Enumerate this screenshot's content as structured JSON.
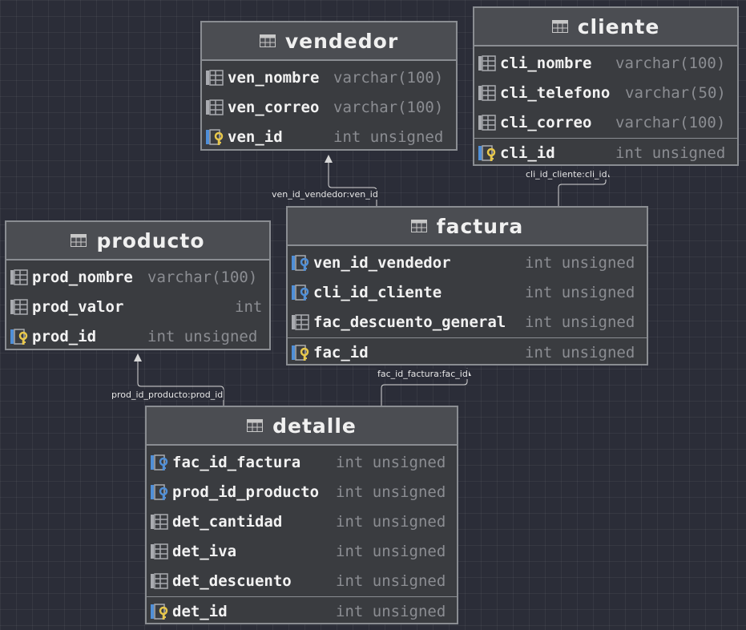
{
  "tables": {
    "vendedor": {
      "title": "vendedor",
      "rows": [
        {
          "name": "ven_nombre",
          "type": "varchar(100)",
          "icon": "column-icon"
        },
        {
          "name": "ven_correo",
          "type": "varchar(100)",
          "icon": "column-icon"
        },
        {
          "name": "ven_id",
          "type": "int unsigned",
          "icon": "primary-key-icon"
        }
      ]
    },
    "cliente": {
      "title": "cliente",
      "rows": [
        {
          "name": "cli_nombre",
          "type": "varchar(100)",
          "icon": "column-icon"
        },
        {
          "name": "cli_telefono",
          "type": "varchar(50)",
          "icon": "column-icon"
        },
        {
          "name": "cli_correo",
          "type": "varchar(100)",
          "icon": "column-icon"
        },
        {
          "name": "cli_id",
          "type": "int unsigned",
          "icon": "primary-key-icon"
        }
      ]
    },
    "producto": {
      "title": "producto",
      "rows": [
        {
          "name": "prod_nombre",
          "type": "varchar(100)",
          "icon": "column-icon"
        },
        {
          "name": "prod_valor",
          "type": "int",
          "icon": "column-icon"
        },
        {
          "name": "prod_id",
          "type": "int unsigned",
          "icon": "primary-key-icon"
        }
      ]
    },
    "factura": {
      "title": "factura",
      "rows": [
        {
          "name": "ven_id_vendedor",
          "type": "int unsigned",
          "icon": "foreign-key-icon"
        },
        {
          "name": "cli_id_cliente",
          "type": "int unsigned",
          "icon": "foreign-key-icon"
        },
        {
          "name": "fac_descuento_general",
          "type": "int unsigned",
          "icon": "column-icon"
        },
        {
          "name": "fac_id",
          "type": "int unsigned",
          "icon": "primary-key-icon"
        }
      ]
    },
    "detalle": {
      "title": "detalle",
      "rows": [
        {
          "name": "fac_id_factura",
          "type": "int unsigned",
          "icon": "foreign-key-icon"
        },
        {
          "name": "prod_id_producto",
          "type": "int unsigned",
          "icon": "foreign-key-icon"
        },
        {
          "name": "det_cantidad",
          "type": "int unsigned",
          "icon": "column-icon"
        },
        {
          "name": "det_iva",
          "type": "int unsigned",
          "icon": "column-icon"
        },
        {
          "name": "det_descuento",
          "type": "int unsigned",
          "icon": "column-icon"
        },
        {
          "name": "det_id",
          "type": "int unsigned",
          "icon": "primary-key-icon"
        }
      ]
    }
  },
  "relations": [
    {
      "label": "ven_id_vendedor:ven_id"
    },
    {
      "label": "cli_id_cliente:cli_id"
    },
    {
      "label": "prod_id_producto:prod_id"
    },
    {
      "label": "fac_id_factura:fac_id"
    }
  ],
  "colors": {
    "background": "#2b2d38",
    "table_body": "#3a3c40",
    "table_header": "#4b4d52",
    "border": "#8a8d92",
    "text": "#f2f2f2",
    "type_text": "#8b8d92",
    "key_gold": "#e8c84a",
    "key_blue": "#4f8fd8"
  }
}
